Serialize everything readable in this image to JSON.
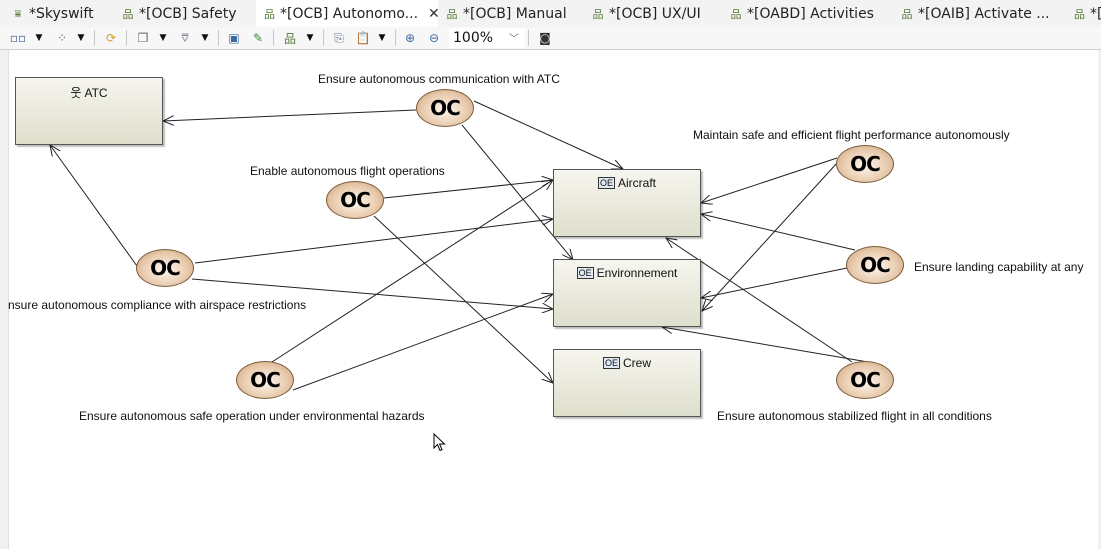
{
  "tabs": [
    {
      "label": "*Skyswift",
      "icon": "project-icon",
      "active": false
    },
    {
      "label": "*[OCB] Safety",
      "icon": "diagram-icon",
      "active": false
    },
    {
      "label": "*[OCB] Autonomo...",
      "icon": "diagram-icon",
      "active": true
    },
    {
      "label": "*[OCB] Manual",
      "icon": "diagram-icon",
      "active": false
    },
    {
      "label": "*[OCB] UX/UI",
      "icon": "diagram-icon",
      "active": false
    },
    {
      "label": "*[OABD] Activities",
      "icon": "diagram-icon",
      "active": false
    },
    {
      "label": "*[OAIB] Activate ...",
      "icon": "diagram-icon",
      "active": false
    },
    {
      "label": "*[",
      "icon": "diagram-icon",
      "active": false
    }
  ],
  "toolbar": {
    "zoom_value": "100%",
    "buttons": [
      "arrange-icon",
      "select-icon",
      "refresh-icon",
      "layer-icon",
      "filter-icon",
      "show-element-icon",
      "edit-icon",
      "layout-icon",
      "copy-format-icon",
      "paste-format-icon",
      "zoom-in-icon",
      "zoom-out-icon",
      "camera-icon"
    ]
  },
  "diagram": {
    "entities": [
      {
        "id": "atc",
        "name": "ATC",
        "kind": "actor"
      },
      {
        "id": "aircraft",
        "name": "Aircraft",
        "kind": "entity"
      },
      {
        "id": "environnement",
        "name": "Environnement",
        "kind": "entity"
      },
      {
        "id": "crew",
        "name": "Crew",
        "kind": "entity"
      }
    ],
    "capabilities": [
      {
        "id": "oc1",
        "badge": "OC",
        "label": "Ensure autonomous communication with ATC"
      },
      {
        "id": "oc2",
        "badge": "OC",
        "label": "Enable autonomous flight operations"
      },
      {
        "id": "oc3",
        "badge": "OC",
        "label": "nsure autonomous compliance with airspace restrictions"
      },
      {
        "id": "oc4",
        "badge": "OC",
        "label": "Ensure autonomous safe operation under environmental hazards"
      },
      {
        "id": "oc5",
        "badge": "OC",
        "label": "Maintain safe and efficient flight performance autonomously"
      },
      {
        "id": "oc6",
        "badge": "OC",
        "label": "Ensure landing capability at any"
      },
      {
        "id": "oc7",
        "badge": "OC",
        "label": "Ensure autonomous stabilized flight in all conditions"
      }
    ],
    "links": [
      {
        "from": "oc1",
        "to": "atc"
      },
      {
        "from": "oc1",
        "to": "aircraft"
      },
      {
        "from": "oc1",
        "to": "environnement"
      },
      {
        "from": "oc2",
        "to": "aircraft"
      },
      {
        "from": "oc2",
        "to": "crew"
      },
      {
        "from": "oc3",
        "to": "atc"
      },
      {
        "from": "oc3",
        "to": "aircraft"
      },
      {
        "from": "oc3",
        "to": "environnement"
      },
      {
        "from": "oc4",
        "to": "aircraft"
      },
      {
        "from": "oc4",
        "to": "environnement"
      },
      {
        "from": "oc5",
        "to": "aircraft"
      },
      {
        "from": "oc5",
        "to": "environnement"
      },
      {
        "from": "oc6",
        "to": "aircraft"
      },
      {
        "from": "oc6",
        "to": "environnement"
      },
      {
        "from": "oc7",
        "to": "aircraft"
      },
      {
        "from": "oc7",
        "to": "environnement"
      }
    ]
  }
}
